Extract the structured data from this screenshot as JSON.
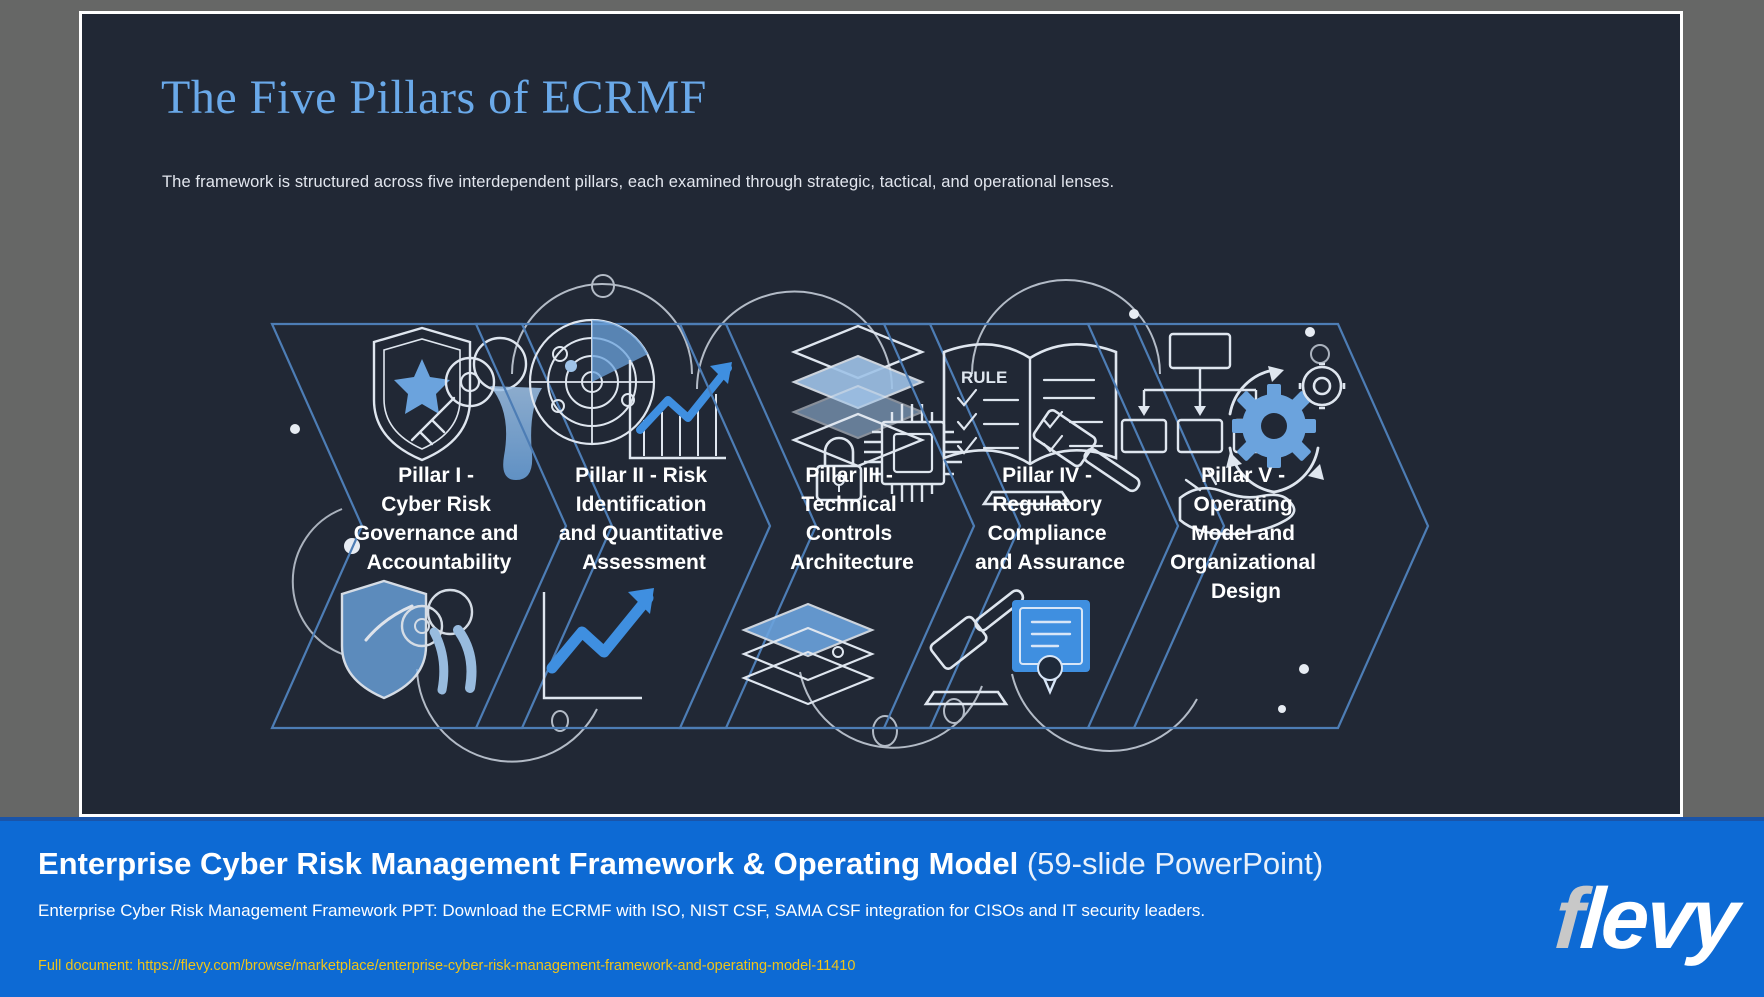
{
  "slide": {
    "title": "The Five Pillars of ECRMF",
    "subtitle": "The framework is structured across five interdependent pillars, each examined through strategic, tactical, and operational lenses.",
    "title_color": "#6aa9e9",
    "background_color": "#212835",
    "pillars": [
      {
        "id": "pillar-1",
        "label_lines": [
          "Pillar I -",
          "Cyber Risk",
          "Governance and",
          "Accountability"
        ],
        "icons": [
          "shield-star-icon",
          "keys-icon"
        ]
      },
      {
        "id": "pillar-2",
        "label_lines": [
          "Pillar II - Risk",
          "Identification",
          "and Quantitative",
          "Assessment"
        ],
        "icons": [
          "radar-icon",
          "growth-chart-icon"
        ]
      },
      {
        "id": "pillar-3",
        "label_lines": [
          "Pillar III -",
          "Technical",
          "Controls",
          "Architecture"
        ],
        "icons": [
          "layers-icon",
          "padlock-icon",
          "microchip-icon"
        ]
      },
      {
        "id": "pillar-4",
        "label_lines": [
          "Pillar IV -",
          "Regulatory",
          "Compliance",
          "and Assurance"
        ],
        "icons": [
          "rule-book-icon",
          "gavel-icon",
          "certificate-icon"
        ],
        "book_label": "RULE"
      },
      {
        "id": "pillar-5",
        "label_lines": [
          "Pillar V -",
          "Operating",
          "Model and",
          "Organizational",
          "Design"
        ],
        "icons": [
          "org-chart-icon",
          "gears-icon",
          "hand-icon"
        ]
      }
    ]
  },
  "banner": {
    "title": "Enterprise Cyber Risk Management Framework & Operating Model",
    "slide_count": "(59-slide PowerPoint)",
    "description": "Enterprise Cyber Risk Management Framework PPT: Download the ECRMF with ISO, NIST CSF, SAMA CSF integration for CISOs and IT security leaders.",
    "url_label": "Full document: https://flevy.com/browse/marketplace/enterprise-cyber-risk-management-framework-and-operating-model-11410",
    "logo_f": "f",
    "logo_rest": "levy",
    "background_color": "#0d6ad4",
    "url_color": "#f0c419"
  }
}
